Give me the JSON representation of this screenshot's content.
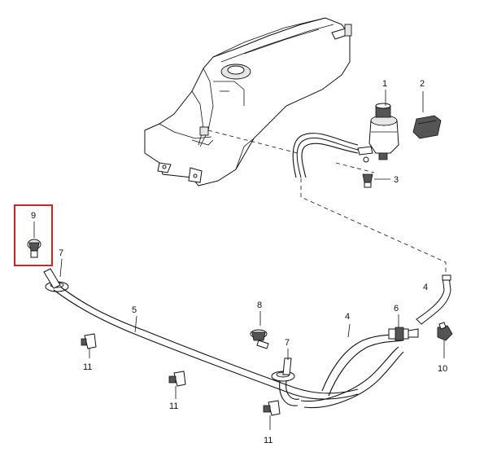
{
  "diagram": {
    "highlight_color": "#d42020",
    "callouts": [
      {
        "id": "c1",
        "label": "1"
      },
      {
        "id": "c2",
        "label": "2"
      },
      {
        "id": "c3",
        "label": "3"
      },
      {
        "id": "c4a",
        "label": "4"
      },
      {
        "id": "c4b",
        "label": "4"
      },
      {
        "id": "c5",
        "label": "5"
      },
      {
        "id": "c6",
        "label": "6"
      },
      {
        "id": "c7a",
        "label": "7"
      },
      {
        "id": "c7b",
        "label": "7"
      },
      {
        "id": "c8",
        "label": "8"
      },
      {
        "id": "c9",
        "label": "9"
      },
      {
        "id": "c10",
        "label": "10"
      },
      {
        "id": "c11a",
        "label": "11"
      },
      {
        "id": "c11b",
        "label": "11"
      },
      {
        "id": "c11c",
        "label": "11"
      }
    ]
  }
}
